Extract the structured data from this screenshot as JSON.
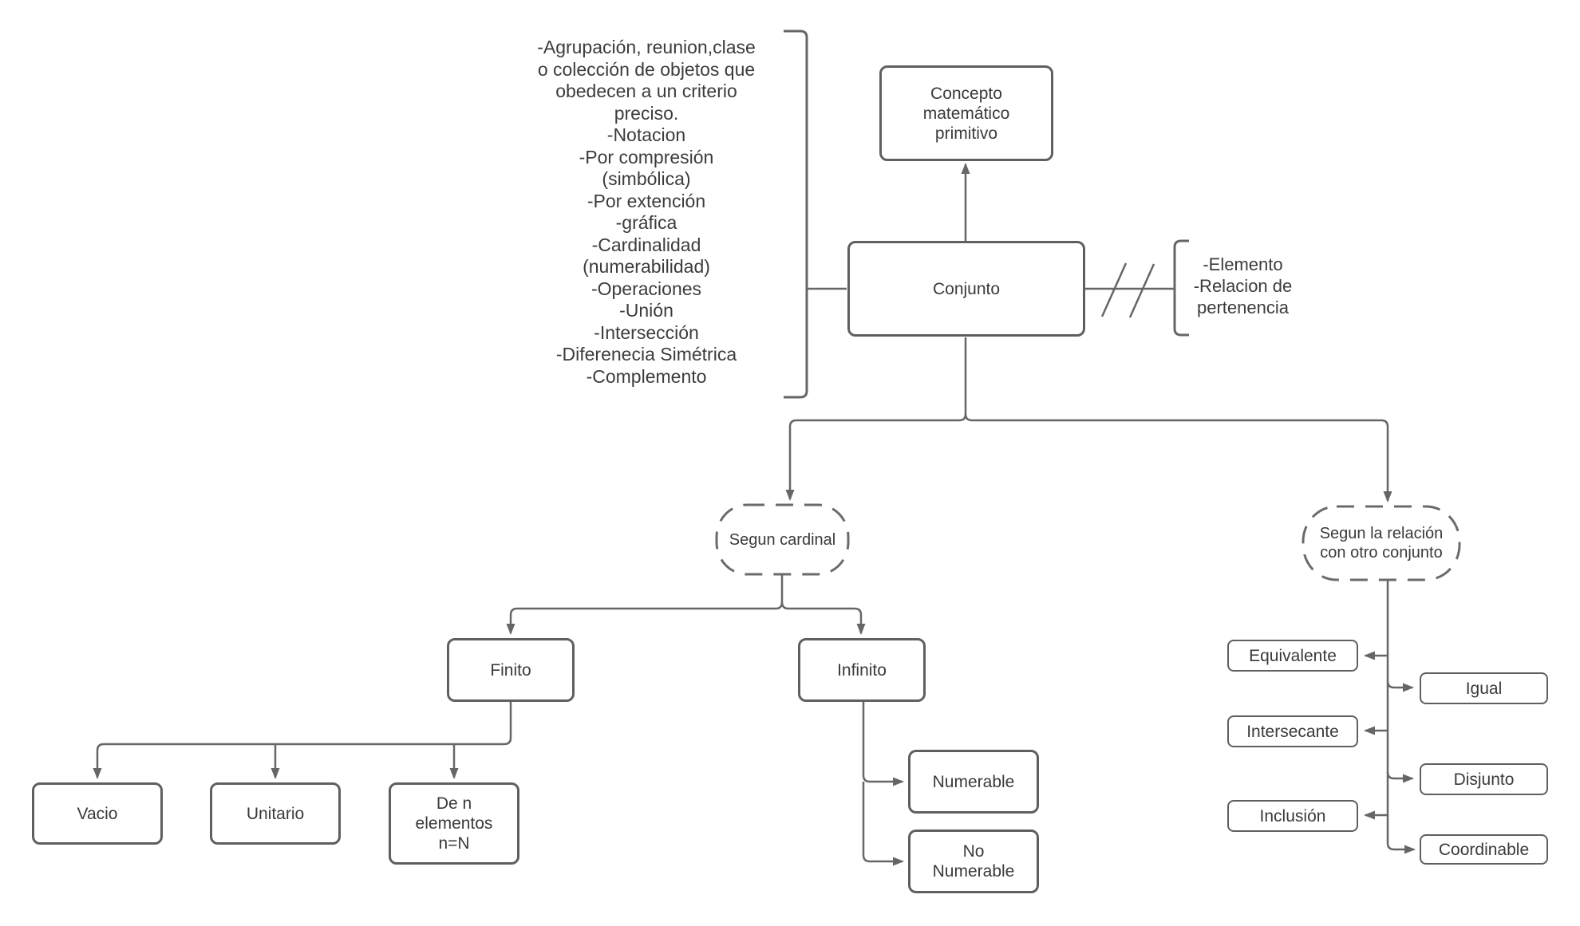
{
  "nodes": {
    "concepto": {
      "label": "Concepto\nmatemático\nprimitivo"
    },
    "conjunto": {
      "label": "Conjunto"
    },
    "segun_cardinal": {
      "label": "Segun cardinal"
    },
    "segun_relacion": {
      "label": "Segun la relación\ncon otro conjunto"
    },
    "finito": {
      "label": "Finito"
    },
    "infinito": {
      "label": "Infinito"
    },
    "vacio": {
      "label": "Vacio"
    },
    "unitario": {
      "label": "Unitario"
    },
    "de_n_elementos": {
      "label": "De n\nelementos\nn=N"
    },
    "numerable": {
      "label": "Numerable"
    },
    "no_numerable": {
      "label": "No\nNumerable"
    },
    "equivalente": {
      "label": "Equivalente"
    },
    "igual": {
      "label": "Igual"
    },
    "intersecante": {
      "label": "Intersecante"
    },
    "disjunto": {
      "label": "Disjunto"
    },
    "inclusion": {
      "label": "Inclusión"
    },
    "coordinable": {
      "label": "Coordinable"
    }
  },
  "annotations": {
    "conjunto_properties": "-Agrupación, reunion,clase\no colección de objetos que\nobedecen a un criterio\npreciso.\n-Notacion\n-Por compresión\n(simbólica)\n-Por extención\n-gráfica\n-Cardinalidad\n(numerabilidad)\n-Operaciones\n-Unión\n-Intersección\n-Diferenecia Simétrica\n-Complemento",
    "conjunto_members": "-Elemento\n-Relacion de\npertenencia"
  },
  "edges": [
    {
      "from": "conjunto",
      "to": "concepto",
      "style": "arrow"
    },
    {
      "from": "conjunto",
      "to": "segun_cardinal",
      "style": "arrow"
    },
    {
      "from": "conjunto",
      "to": "segun_relacion",
      "style": "arrow"
    },
    {
      "from": "conjunto",
      "to": "conjunto_properties",
      "style": "bracket"
    },
    {
      "from": "conjunto",
      "to": "conjunto_members",
      "style": "bracket-double-slash"
    },
    {
      "from": "segun_cardinal",
      "to": "finito",
      "style": "arrow"
    },
    {
      "from": "segun_cardinal",
      "to": "infinito",
      "style": "arrow"
    },
    {
      "from": "finito",
      "to": "vacio",
      "style": "arrow"
    },
    {
      "from": "finito",
      "to": "unitario",
      "style": "arrow"
    },
    {
      "from": "finito",
      "to": "de_n_elementos",
      "style": "arrow"
    },
    {
      "from": "infinito",
      "to": "numerable",
      "style": "arrow"
    },
    {
      "from": "infinito",
      "to": "no_numerable",
      "style": "arrow"
    },
    {
      "from": "segun_relacion",
      "to": "equivalente",
      "style": "arrow"
    },
    {
      "from": "segun_relacion",
      "to": "igual",
      "style": "arrow"
    },
    {
      "from": "segun_relacion",
      "to": "intersecante",
      "style": "arrow"
    },
    {
      "from": "segun_relacion",
      "to": "disjunto",
      "style": "arrow"
    },
    {
      "from": "segun_relacion",
      "to": "inclusion",
      "style": "arrow"
    },
    {
      "from": "segun_relacion",
      "to": "coordinable",
      "style": "arrow"
    }
  ],
  "colors": {
    "line": "#666666",
    "box_border": "#5f5f5f",
    "text": "#3a3a3a",
    "node_fill": "#ffffff",
    "background": "#ffffff"
  }
}
